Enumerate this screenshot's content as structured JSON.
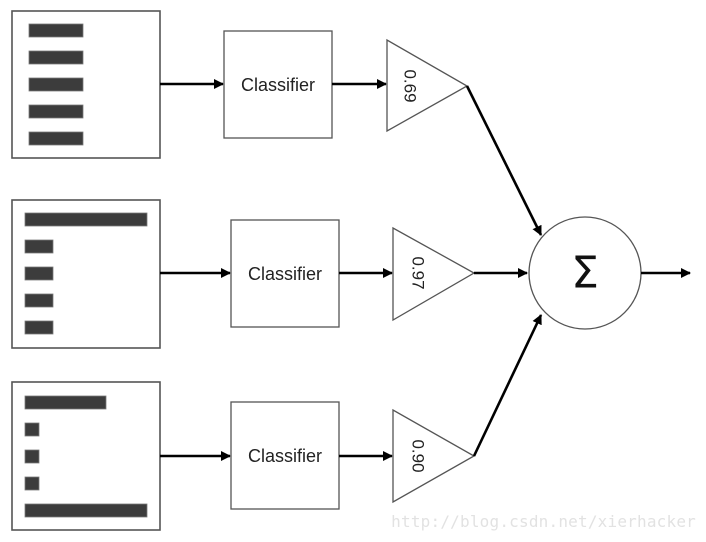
{
  "rows": [
    {
      "classifier_label": "Classifier",
      "weight": "0.69"
    },
    {
      "classifier_label": "Classifier",
      "weight": "0.97"
    },
    {
      "classifier_label": "Classifier",
      "weight": "0.90"
    }
  ],
  "sum_symbol": "Σ",
  "watermark": "http://blog.csdn.net/xierhacker",
  "icons": {
    "arrow": "arrow-right-icon",
    "sum": "sigma-icon"
  },
  "colors": {
    "bar_fill": "#3c3c3c",
    "stroke": "#555555",
    "arrow": "#000000",
    "watermark": "#e2e2e2"
  }
}
